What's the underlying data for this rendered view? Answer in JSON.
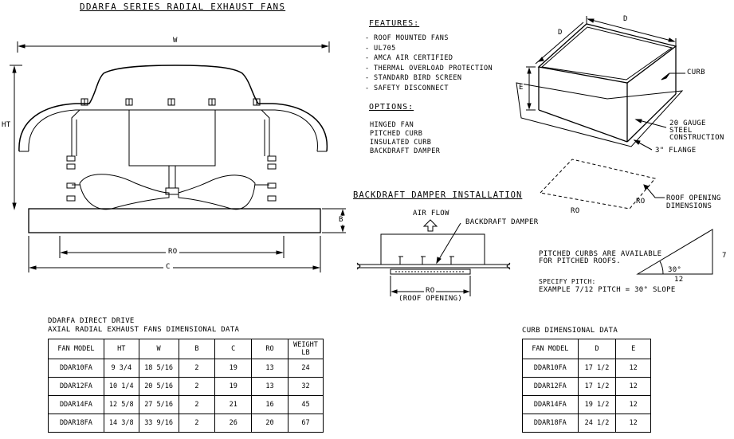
{
  "main_title": "DDARFA SERIES RADIAL EXHAUST FANS",
  "fan_drawing": {
    "dim_w": "W",
    "dim_ht": "HT",
    "dim_b": "B",
    "dim_ro": "RO",
    "dim_c": "C"
  },
  "features": {
    "heading": "FEATURES:",
    "items": [
      "ROOF MOUNTED FANS",
      "UL705",
      "AMCA AIR CERTIFIED",
      "THERMAL OVERLOAD PROTECTION",
      "STANDARD BIRD SCREEN",
      "SAFETY DISCONNECT"
    ]
  },
  "options": {
    "heading": "OPTIONS:",
    "items": [
      "HINGED FAN",
      "PITCHED CURB",
      "INSULATED CURB",
      "BACKDRAFT DAMPER"
    ]
  },
  "curb_drawing": {
    "dim_d_top": "D",
    "dim_d_side": "D",
    "dim_e": "E",
    "curb_label": "CURB",
    "gauge_label": [
      "20 GAUGE",
      "STEEL",
      "CONSTRUCTION"
    ],
    "flange_label": "3\" FLANGE",
    "ro_left": "RO",
    "ro_right": "RO",
    "roof_opening_label": [
      "ROOF OPENING",
      "DIMENSIONS"
    ]
  },
  "backdraft": {
    "heading": "BACKDRAFT DAMPER INSTALLATION",
    "air_flow": "AIR FLOW",
    "damper_label": "BACKDRAFT DAMPER",
    "ro": "RO",
    "roof_opening": "(ROOF OPENING)"
  },
  "pitch": {
    "note": [
      "PITCHED CURBS ARE AVAILABLE",
      "FOR PITCHED ROOFS."
    ],
    "specify": "SPECIFY PITCH:",
    "example": "EXAMPLE 7/12 PITCH = 30° SLOPE",
    "angle": "30°",
    "rise": "7",
    "run": "12"
  },
  "fan_table": {
    "title1": "DDARFA DIRECT DRIVE",
    "title2": "AXIAL RADIAL EXHAUST FANS DIMENSIONAL DATA",
    "headers": [
      "FAN MODEL",
      "HT",
      "W",
      "B",
      "C",
      "RO",
      "WEIGHT LB"
    ],
    "rows": [
      [
        "DDAR10FA",
        "9 3/4",
        "18 5/16",
        "2",
        "19",
        "13",
        "24"
      ],
      [
        "DDAR12FA",
        "10 1/4",
        "20 5/16",
        "2",
        "19",
        "13",
        "32"
      ],
      [
        "DDAR14FA",
        "12 5/8",
        "27 5/16",
        "2",
        "21",
        "16",
        "45"
      ],
      [
        "DDAR18FA",
        "14 3/8",
        "33 9/16",
        "2",
        "26",
        "20",
        "67"
      ]
    ]
  },
  "curb_table": {
    "title": "CURB DIMENSIONAL DATA",
    "headers": [
      "FAN MODEL",
      "D",
      "E"
    ],
    "rows": [
      [
        "DDAR10FA",
        "17 1/2",
        "12"
      ],
      [
        "DDAR12FA",
        "17 1/2",
        "12"
      ],
      [
        "DDAR14FA",
        "19 1/2",
        "12"
      ],
      [
        "DDAR18FA",
        "24 1/2",
        "12"
      ]
    ]
  }
}
